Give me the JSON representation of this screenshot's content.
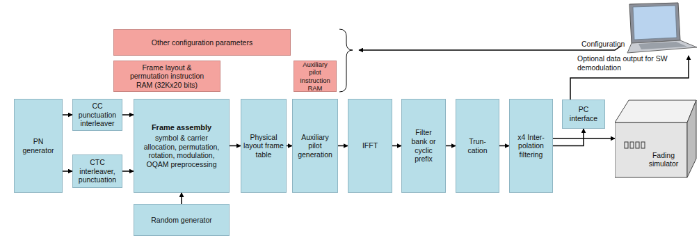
{
  "diagram": {
    "nodes": [
      {
        "text": [
          "Other configuration parameters"
        ]
      },
      {
        "text": [
          "Frame layout & permutation instruction RAM (32Kx20 bits)"
        ]
      },
      {
        "text": [
          "Auxiliary pilot Instruction RAM"
        ]
      },
      {
        "text": [
          "PN generator"
        ]
      },
      {
        "text": [
          "CC punctuation interleaver"
        ]
      },
      {
        "text": [
          "CTC interleaver, punctuation"
        ]
      },
      {
        "text": [
          "Frame assembly",
          "symbol & carrier allocation, permutation, rotation, modulation, OQAM preprocessing"
        ]
      },
      {
        "text": [
          "Physical layout frame table"
        ]
      },
      {
        "text": [
          "Auxiliary pilot generation"
        ]
      },
      {
        "text": [
          "IFFT"
        ]
      },
      {
        "text": [
          "Filter bank or cyclic prefix"
        ]
      },
      {
        "text": [
          "Trun- cation"
        ]
      },
      {
        "text": [
          "x4 Inter- polation filtering"
        ]
      },
      {
        "text": [
          "PC interface"
        ]
      },
      {
        "text": [
          "Random generator"
        ]
      },
      {
        "text": [
          "Fading simulator"
        ]
      }
    ],
    "edges": [
      {
        "from": 3,
        "to": 4,
        "arrow": "to"
      },
      {
        "from": 3,
        "to": 5,
        "arrow": "to"
      },
      {
        "from": 4,
        "to": 6,
        "arrow": "to"
      },
      {
        "from": 5,
        "to": 6,
        "arrow": "to"
      },
      {
        "from": 6,
        "to": 7,
        "arrow": "to"
      },
      {
        "from": 7,
        "to": 8,
        "arrow": "to"
      },
      {
        "from": 8,
        "to": 9,
        "arrow": "to"
      },
      {
        "from": 9,
        "to": 10,
        "arrow": "to"
      },
      {
        "from": 10,
        "to": 11,
        "arrow": "to"
      },
      {
        "from": 11,
        "to": 12,
        "arrow": "to"
      },
      {
        "from": 12,
        "to": 15,
        "arrow": "to"
      },
      {
        "from": 12,
        "to": 13,
        "arrow": "to"
      },
      {
        "from": 14,
        "to": 6,
        "arrow": "to"
      }
    ],
    "labels": [
      "Configuration",
      "Optional data output for SW demodulation"
    ]
  }
}
